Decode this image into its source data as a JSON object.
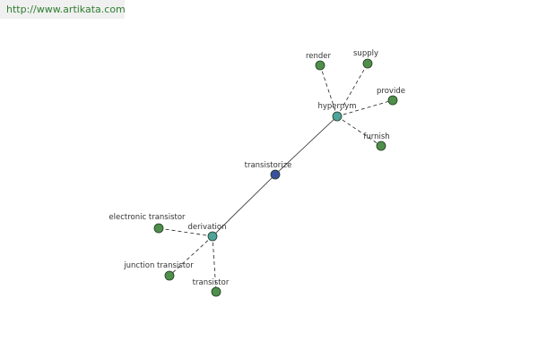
{
  "source_url": "http://www.artikata.com",
  "graph": {
    "center": {
      "id": "transistorize",
      "label": "transistorize",
      "color": "#3b4f9e"
    },
    "hubs": [
      {
        "id": "hypernym",
        "label": "hypernym",
        "color": "#4fa39a"
      },
      {
        "id": "derivation",
        "label": "derivation",
        "color": "#4fa39a"
      }
    ],
    "leaves": [
      {
        "id": "render",
        "label": "render",
        "hub": "hypernym",
        "color": "#4f8f4b"
      },
      {
        "id": "supply",
        "label": "supply",
        "hub": "hypernym",
        "color": "#4f8f4b"
      },
      {
        "id": "provide",
        "label": "provide",
        "hub": "hypernym",
        "color": "#4f8f4b"
      },
      {
        "id": "furnish",
        "label": "furnish",
        "hub": "hypernym",
        "color": "#4f8f4b"
      },
      {
        "id": "electronic-transistor",
        "label": "electronic transistor",
        "hub": "derivation",
        "color": "#4f8f4b"
      },
      {
        "id": "junction-transistor",
        "label": "junction transistor",
        "hub": "derivation",
        "color": "#4f8f4b"
      },
      {
        "id": "transistor",
        "label": "transistor",
        "hub": "derivation",
        "color": "#4f8f4b"
      }
    ]
  }
}
